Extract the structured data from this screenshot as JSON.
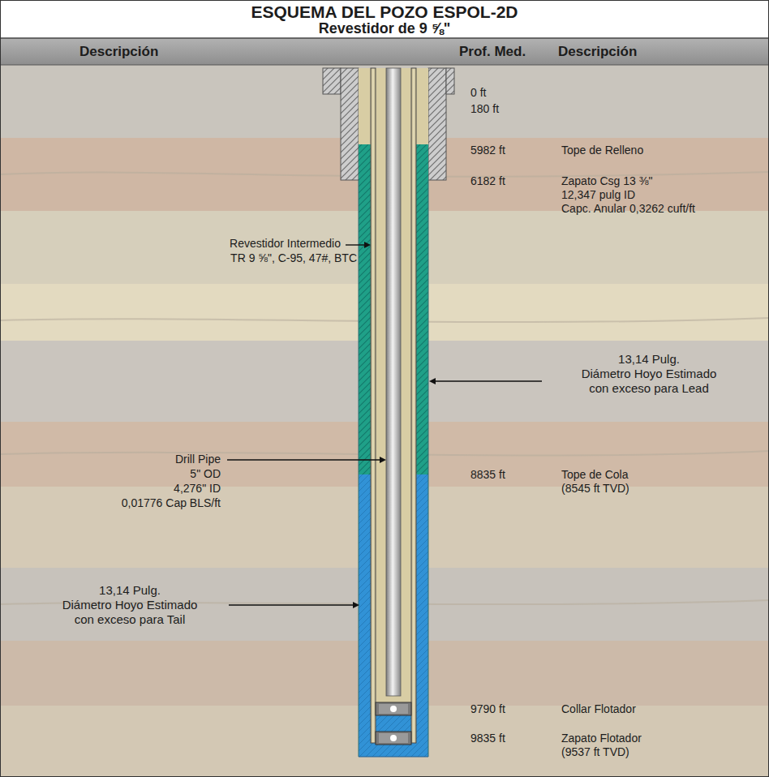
{
  "diagram": {
    "title": "ESQUEMA DEL POZO ESPOL-2D",
    "labels": [
      "Revestidor de 9 ⅝\"",
      "Descripción",
      "Prof. Med.",
      "Descripción",
      "0 ft",
      "180 ft",
      "5982 ft",
      "Tope de Relleno",
      "6182 ft",
      "Zapato Csg 13 ⅜\"",
      "12,347 pulg ID",
      "Capc. Anular 0,3262 cuft/ft",
      "Revestidor Intermedio",
      "TR 9 ⅝\", C-95, 47#, BTC",
      "13,14 Pulg.",
      "Diámetro Hoyo Estimado",
      "con exceso para Lead",
      "Drill Pipe",
      "5\" OD",
      "4,276\" ID",
      "0,01776 Cap BLS/ft",
      "8835 ft",
      "Tope de Cola",
      "(8545 ft TVD)",
      "13,14 Pulg.",
      "Diámetro Hoyo Estimado",
      "con exceso para Tail",
      "9790 ft",
      "Collar Flotador",
      "9835 ft",
      "Zapato Flotador",
      "(9537 ft TVD)"
    ]
  }
}
